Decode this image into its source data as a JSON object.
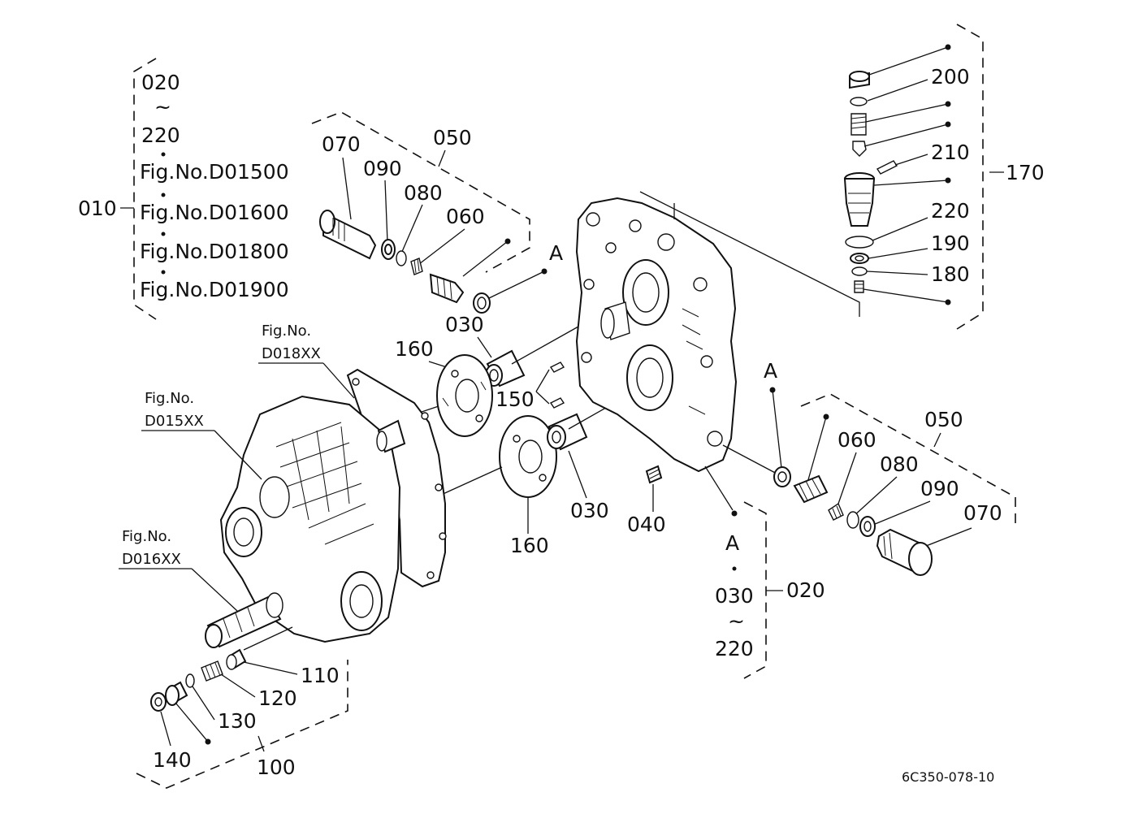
{
  "group_010": {
    "code": "010",
    "range_start": "020",
    "range_sep": "~",
    "range_end": "220",
    "refs": [
      "Fig.No.D01500",
      "Fig.No.D01600",
      "Fig.No.D01800",
      "Fig.No.D01900"
    ]
  },
  "fig_refs": {
    "d018": {
      "line1": "Fig.No.",
      "line2": "D018XX"
    },
    "d015": {
      "line1": "Fig.No.",
      "line2": "D015XX"
    },
    "d016": {
      "line1": "Fig.No.",
      "line2": "D016XX"
    }
  },
  "left_valve": {
    "group": "050",
    "p070": "070",
    "p090": "090",
    "p080": "080",
    "p060": "060",
    "a": "A"
  },
  "center": {
    "p030a": "030",
    "p160a": "160",
    "p150": "150",
    "p030b": "030",
    "p160b": "160",
    "p040": "040"
  },
  "right_valve": {
    "a": "A",
    "group": "050",
    "p060": "060",
    "p080": "080",
    "p090": "090",
    "p070": "070"
  },
  "group_020": {
    "a": "A",
    "code": "020",
    "range_start": "030",
    "range_sep": "~",
    "range_end": "220"
  },
  "group_170": {
    "code": "170",
    "p200": "200",
    "p210": "210",
    "p220": "220",
    "p190": "190",
    "p180": "180"
  },
  "group_100": {
    "code": "100",
    "p110": "110",
    "p120": "120",
    "p130": "130",
    "p140": "140"
  },
  "drawing_id": "6C350-078-10"
}
